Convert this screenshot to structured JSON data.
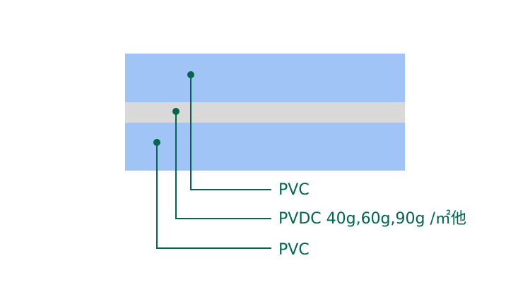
{
  "diagram": {
    "layers": [
      {
        "name": "PVC",
        "color": "#a0c4f5"
      },
      {
        "name": "PVDC",
        "color": "#d9d9d9"
      },
      {
        "name": "PVC",
        "color": "#a0c4f5"
      }
    ],
    "callout_color": "#00664d",
    "labels": [
      "PVC",
      "PVDC 40g,60g,90g /㎡他",
      "PVC"
    ]
  }
}
